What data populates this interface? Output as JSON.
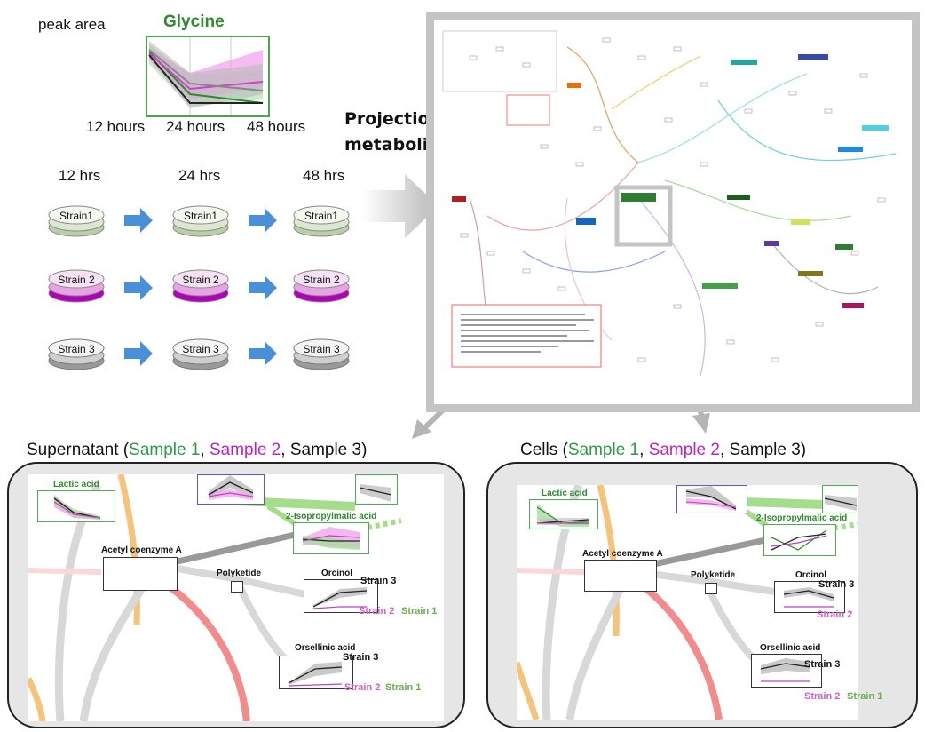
{
  "top": {
    "peak_area_label": "peak area",
    "glycine_title": "Glycine",
    "time_labels": [
      "12 hours",
      "24 hours",
      "48 hours"
    ],
    "col_labels": [
      "12 hrs",
      "24 hrs",
      "48 hrs"
    ],
    "projection_line1": "Projection into a",
    "projection_line2": "metabolic pathway map"
  },
  "dishes": {
    "strain1": "Strain1",
    "strain2": "Strain 2",
    "strain3": "Strain 3"
  },
  "colors": {
    "strain1": "#c9dbb9",
    "strain2": "#e070d8",
    "strain3": "#9a9a9a",
    "sample1": "#2e9a48",
    "sample2": "#c020c0",
    "arrow_blue": "#4a90d9"
  },
  "panels": {
    "left": {
      "title_prefix": "Supernatant (",
      "sample1": "Sample 1",
      "sep1": ", ",
      "sample2": "Sample 2",
      "sep2": ", ",
      "sample3": "Sample 3)"
    },
    "right": {
      "title_prefix": "Cells (",
      "sample1": "Sample 1",
      "sep1": ", ",
      "sample2": "Sample 2",
      "sep2": ", ",
      "sample3": "Sample 3)"
    }
  },
  "metabolites": {
    "lactic_acid": "Lactic acid",
    "isopropylmalic": "2-Isopropylmalic acid",
    "acetyl_coa": "Acetyl coenzyme A",
    "polyketide": "Polyketide",
    "orcinol": "Orcinol",
    "orsellinic": "Orsellinic acid"
  },
  "legend": {
    "strain3": "Strain 3",
    "strain2": "Strain 2",
    "strain1": "Strain 1"
  }
}
